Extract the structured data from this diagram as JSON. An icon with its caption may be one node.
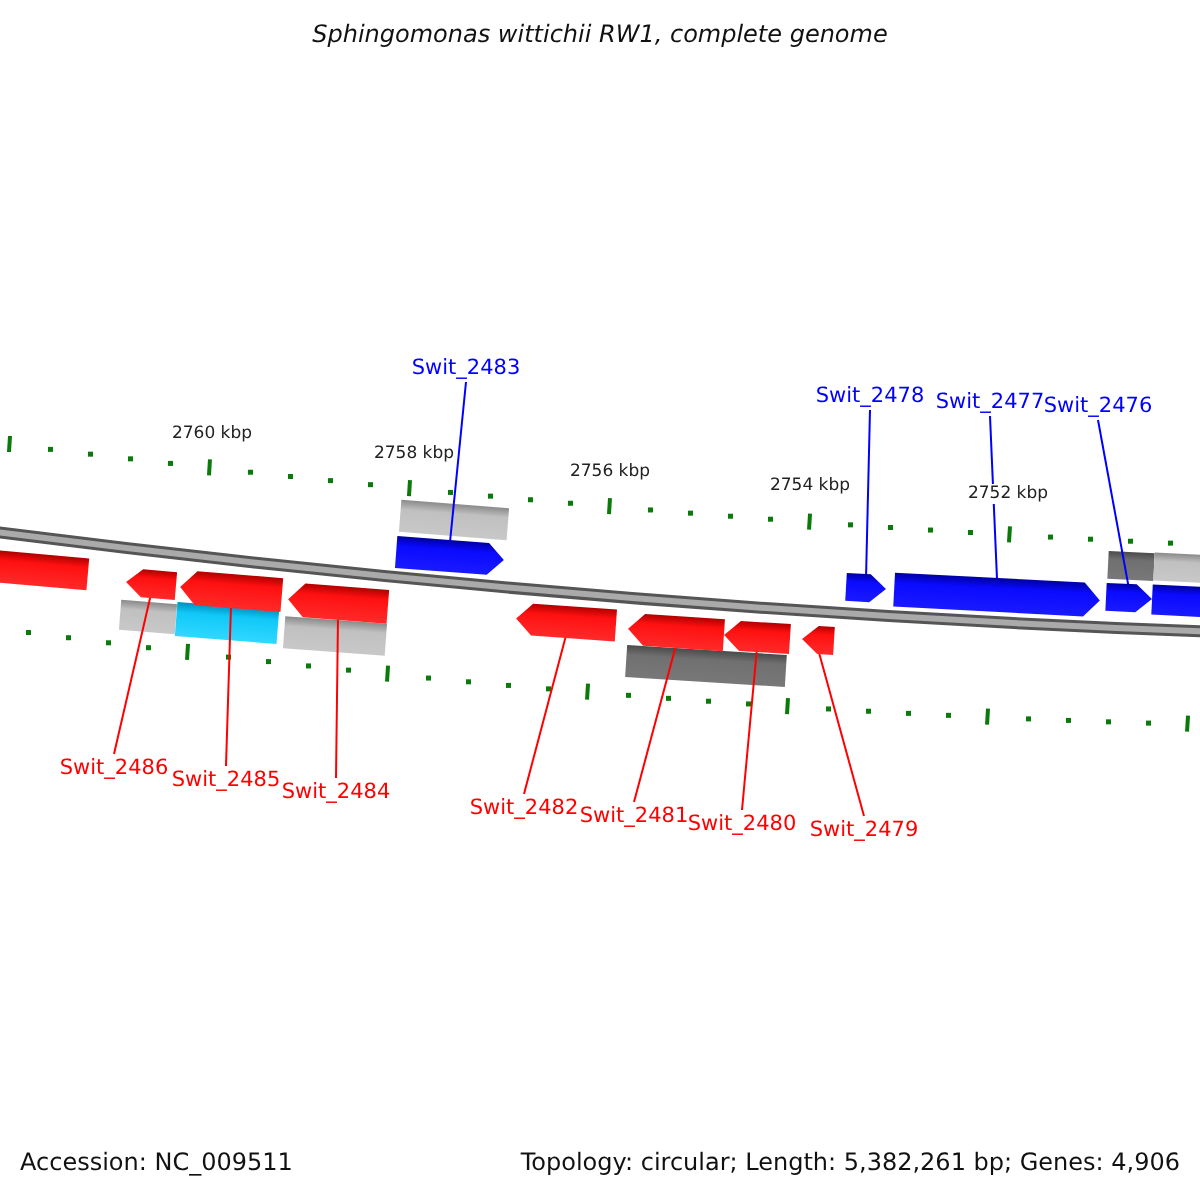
{
  "diagram": {
    "title": "Sphingomonas wittichii RW1, complete genome",
    "nodes": [
      {
        "text": [
          "Swit_2483"
        ]
      },
      {
        "text": [
          "Swit_2478"
        ]
      },
      {
        "text": [
          "Swit_2477"
        ]
      },
      {
        "text": [
          "Swit_2476"
        ]
      },
      {
        "text": [],
        "shape": "bar"
      },
      {
        "text": [],
        "shape": "arrow"
      },
      {
        "text": [],
        "shape": "arrow"
      },
      {
        "text": [],
        "shape": "arrow"
      },
      {
        "text": [],
        "shape": "arrow"
      },
      {
        "text": [],
        "shape": "arrow"
      },
      {
        "text": [],
        "shape": "arrow"
      },
      {
        "text": [],
        "shape": "arrow"
      },
      {
        "text": [],
        "shape": "arrow"
      },
      {
        "text": [],
        "shape": "arrow"
      },
      {
        "text": [],
        "shape": "arrow"
      },
      {
        "text": [],
        "shape": "arrow"
      },
      {
        "text": [],
        "shape": "bar"
      },
      {
        "text": [
          "Swit_2486"
        ]
      },
      {
        "text": [
          "Swit_2485"
        ]
      },
      {
        "text": [
          "Swit_2484"
        ]
      },
      {
        "text": [
          "Swit_2482"
        ]
      },
      {
        "text": [
          "Swit_2481"
        ]
      },
      {
        "text": [
          "Swit_2480"
        ]
      },
      {
        "text": [
          "Swit_2479"
        ]
      }
    ],
    "edges": [
      {
        "from": 0,
        "to": 8,
        "arrow": "none",
        "color": "#0000ff"
      },
      {
        "from": 1,
        "to": 13,
        "arrow": "none",
        "color": "#0000ff"
      },
      {
        "from": 2,
        "to": 14,
        "arrow": "none",
        "color": "#0000ff"
      },
      {
        "from": 3,
        "to": 15,
        "arrow": "none",
        "color": "#0000ff"
      },
      {
        "from": 17,
        "to": 5,
        "arrow": "none"
      },
      {
        "from": 18,
        "to": 6,
        "arrow": "none"
      },
      {
        "from": 19,
        "to": 7,
        "arrow": "none"
      },
      {
        "from": 20,
        "to": 9,
        "arrow": "none"
      },
      {
        "from": 21,
        "to": 10,
        "arrow": "none"
      },
      {
        "from": 22,
        "to": 11,
        "arrow": "none"
      },
      {
        "from": 23,
        "to": 12,
        "arrow": "none"
      }
    ],
    "labels": [
      "2760 kbp",
      "2758 kbp",
      "2756 kbp",
      "2754 kbp",
      "2752 kbp",
      "Accession: NC_009511",
      "Topology: circular; Length: 5,382,261 bp; Genes: 4,906"
    ]
  }
}
